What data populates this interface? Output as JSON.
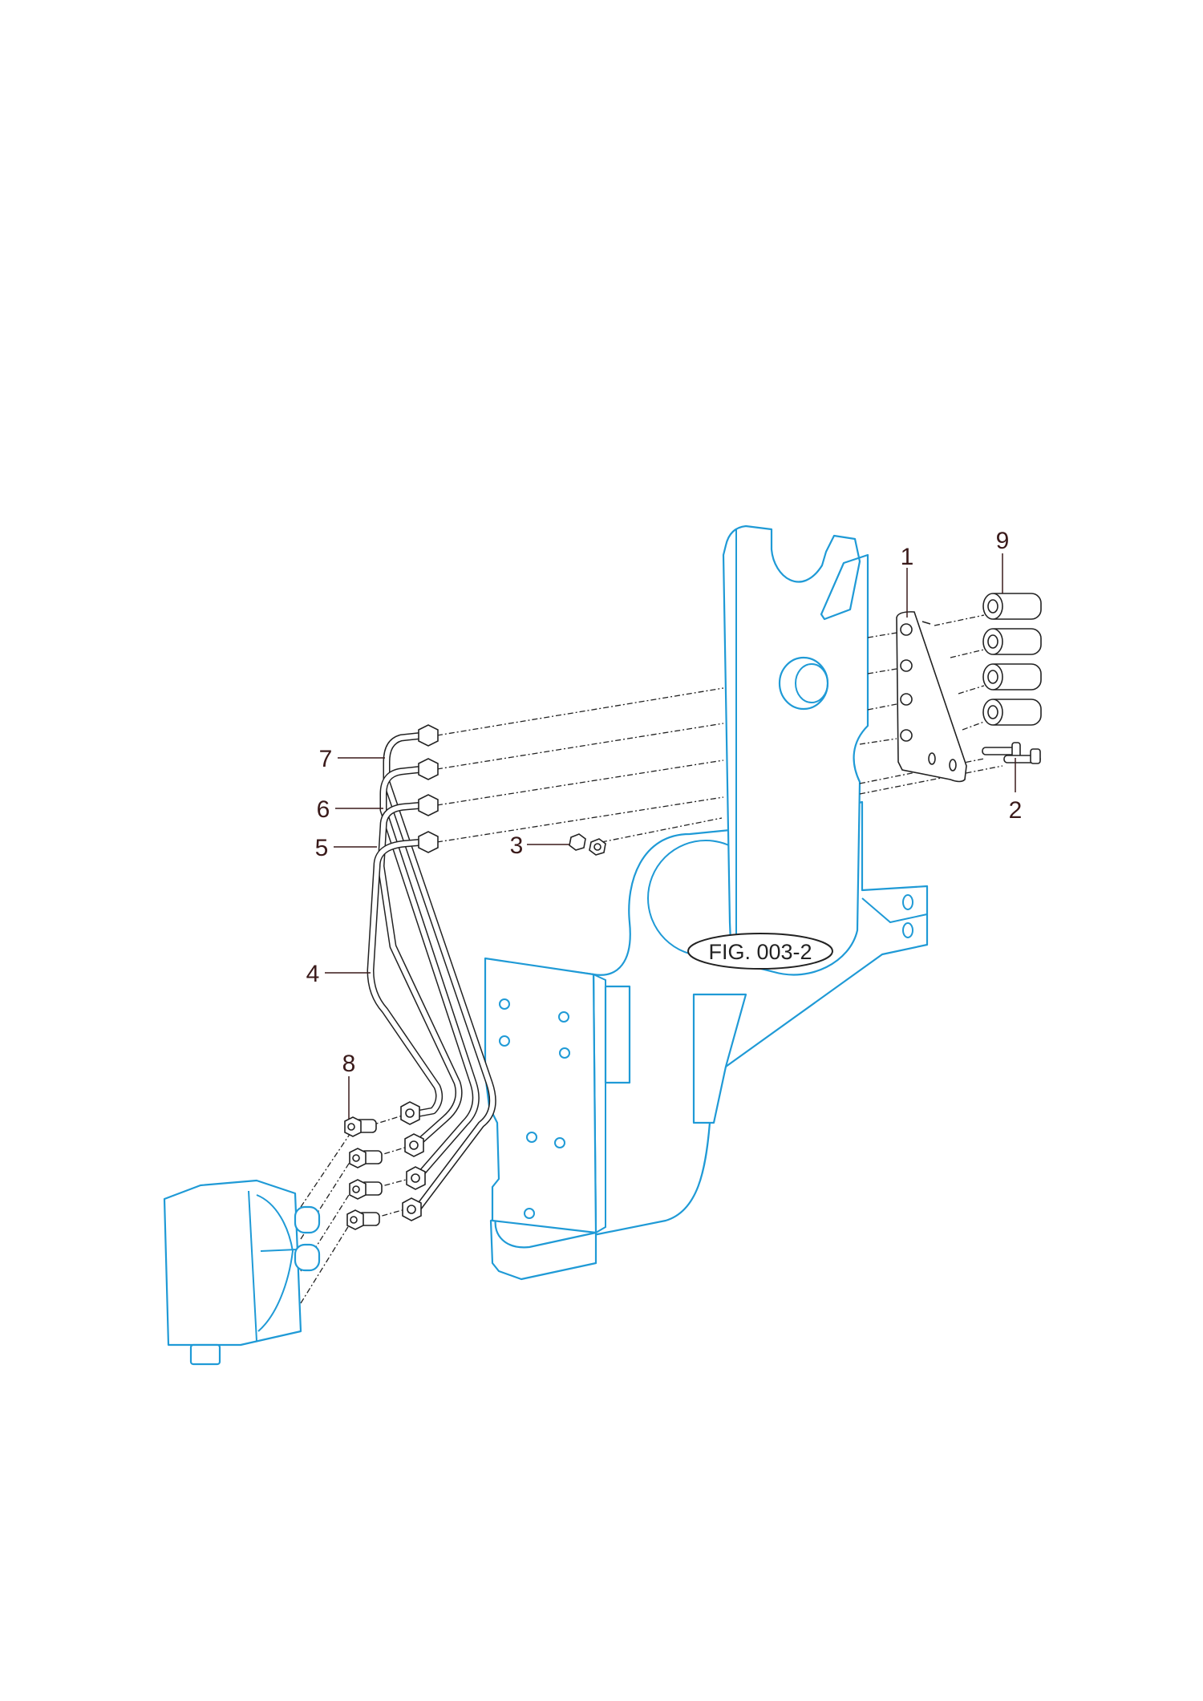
{
  "diagram": {
    "figure_reference": "FIG. 003-2",
    "callouts": [
      {
        "id": "1",
        "text": "1"
      },
      {
        "id": "2",
        "text": "2"
      },
      {
        "id": "3",
        "text": "3"
      },
      {
        "id": "4",
        "text": "4"
      },
      {
        "id": "5",
        "text": "5"
      },
      {
        "id": "6",
        "text": "6"
      },
      {
        "id": "7",
        "text": "7"
      },
      {
        "id": "8",
        "text": "8"
      },
      {
        "id": "9",
        "text": "9"
      }
    ],
    "colors": {
      "context_parts": "#1f9ad6",
      "detail_parts": "#222222",
      "callout_text": "#3a1a1a"
    }
  }
}
